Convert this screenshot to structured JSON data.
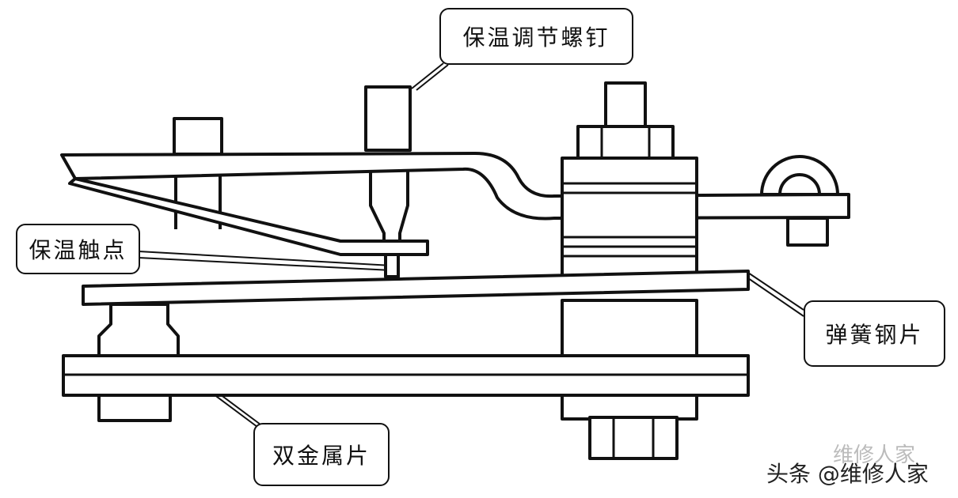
{
  "labels": {
    "screw": "保温调节螺钉",
    "contact": "保温触点",
    "spring": "弹簧钢片",
    "bimetal": "双金属片"
  },
  "watermark": {
    "main": "头条 @维修人家",
    "faint": "维修人家"
  }
}
